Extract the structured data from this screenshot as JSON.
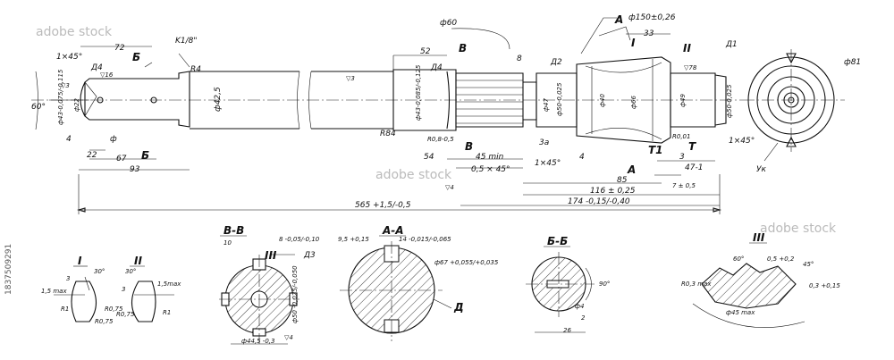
{
  "main_view": {
    "labels": {
      "chamfer_left": "1×45°",
      "dim_72": "72",
      "taper": "K1/8\"",
      "sec_b_top": "Б",
      "sec_b_bot": "Б",
      "d4_left": "Д4",
      "d4_mid": "Д4",
      "d2": "Д2",
      "d1": "Д1",
      "roughness_16": "▽16",
      "r4": "R4",
      "angle_60": "60°",
      "d3": "▽3",
      "dia_43_left": "ф43-0,075/-0,115",
      "dia_22": "ф22",
      "dim_4_left": "4",
      "dim_22": "22",
      "dim_67": "67",
      "dim_93": "93",
      "phi": "ф",
      "dia_42_5": "ф42,5",
      "mid_rough": "▽3",
      "total_565": "565 +1,5/-0,5",
      "phi_60": "ф60",
      "dim_52": "52",
      "sec_v_top": "В",
      "sec_v_bot": "В",
      "dim_8": "8",
      "dia_43_mid": "ф43-0,085/-0,125",
      "r84": "R84",
      "r08": "R0,8-0,5",
      "dim_54": "54",
      "dim_45min": "45 min",
      "chamfer_05": "0,5 × 45°",
      "dim_3a": "3а",
      "chamfer_1_mid": "1×45°",
      "dim_4_mid": "4",
      "sec_a_top": "А",
      "sec_a_bot": "А",
      "phi_150": "ф150±0,26",
      "dim_33": "33",
      "mark_i": "I",
      "mark_ii": "II",
      "dia_47": "ф47",
      "dia_50_a": "ф50-0,025",
      "dia_40": "ф40",
      "dia_66": "ф66",
      "dia_49": "ф49",
      "dia_50_b": "ф50-0,025",
      "r0_01": "R0,01",
      "t1": "Т1",
      "t": "Т",
      "dim_3": "3",
      "dim_47": "47-1",
      "dim_85": "85",
      "dim_116": "116 ± 0,25",
      "dim_174": "174 -0,15/-0,40",
      "dim_7": "7 ± 0,5",
      "chamfer_right": "1×45°",
      "yk": "Ук",
      "phi_81": "ф81",
      "rough_78": "▽78",
      "rough_74": "▽4"
    }
  },
  "sections": {
    "detail_i": {
      "title": "I",
      "dims": [
        "3",
        "30°",
        "1,5 max",
        "R1",
        "R0,75"
      ]
    },
    "detail_ii": {
      "title": "II",
      "dims": [
        "30°",
        "3",
        "1,5max",
        "R1",
        "R0,75"
      ]
    },
    "bb": {
      "title": "В-В",
      "dims": [
        "10",
        "8 -0,05/-0,10",
        "III",
        "Д3",
        "ф50 -0,025/-0,050",
        "ф44,5 -0,3",
        "▽4"
      ]
    },
    "aa": {
      "title": "А-А",
      "dims": [
        "9,5 +0,15",
        "14 -0,015/-0,065",
        "ф67 +0,055/+0,035",
        "Д"
      ]
    },
    "bb2": {
      "title": "Б-Б",
      "dims": [
        "90°",
        "ф4",
        "2",
        "26"
      ]
    },
    "detail_iii": {
      "title": "III",
      "dims": [
        "60°",
        "0,5 +0,2",
        "45°",
        "0,3 +0,15",
        "R0,3 max",
        "ф45 max"
      ]
    }
  },
  "watermark": {
    "id_text": "1837509291",
    "brand": "adobe stock"
  }
}
